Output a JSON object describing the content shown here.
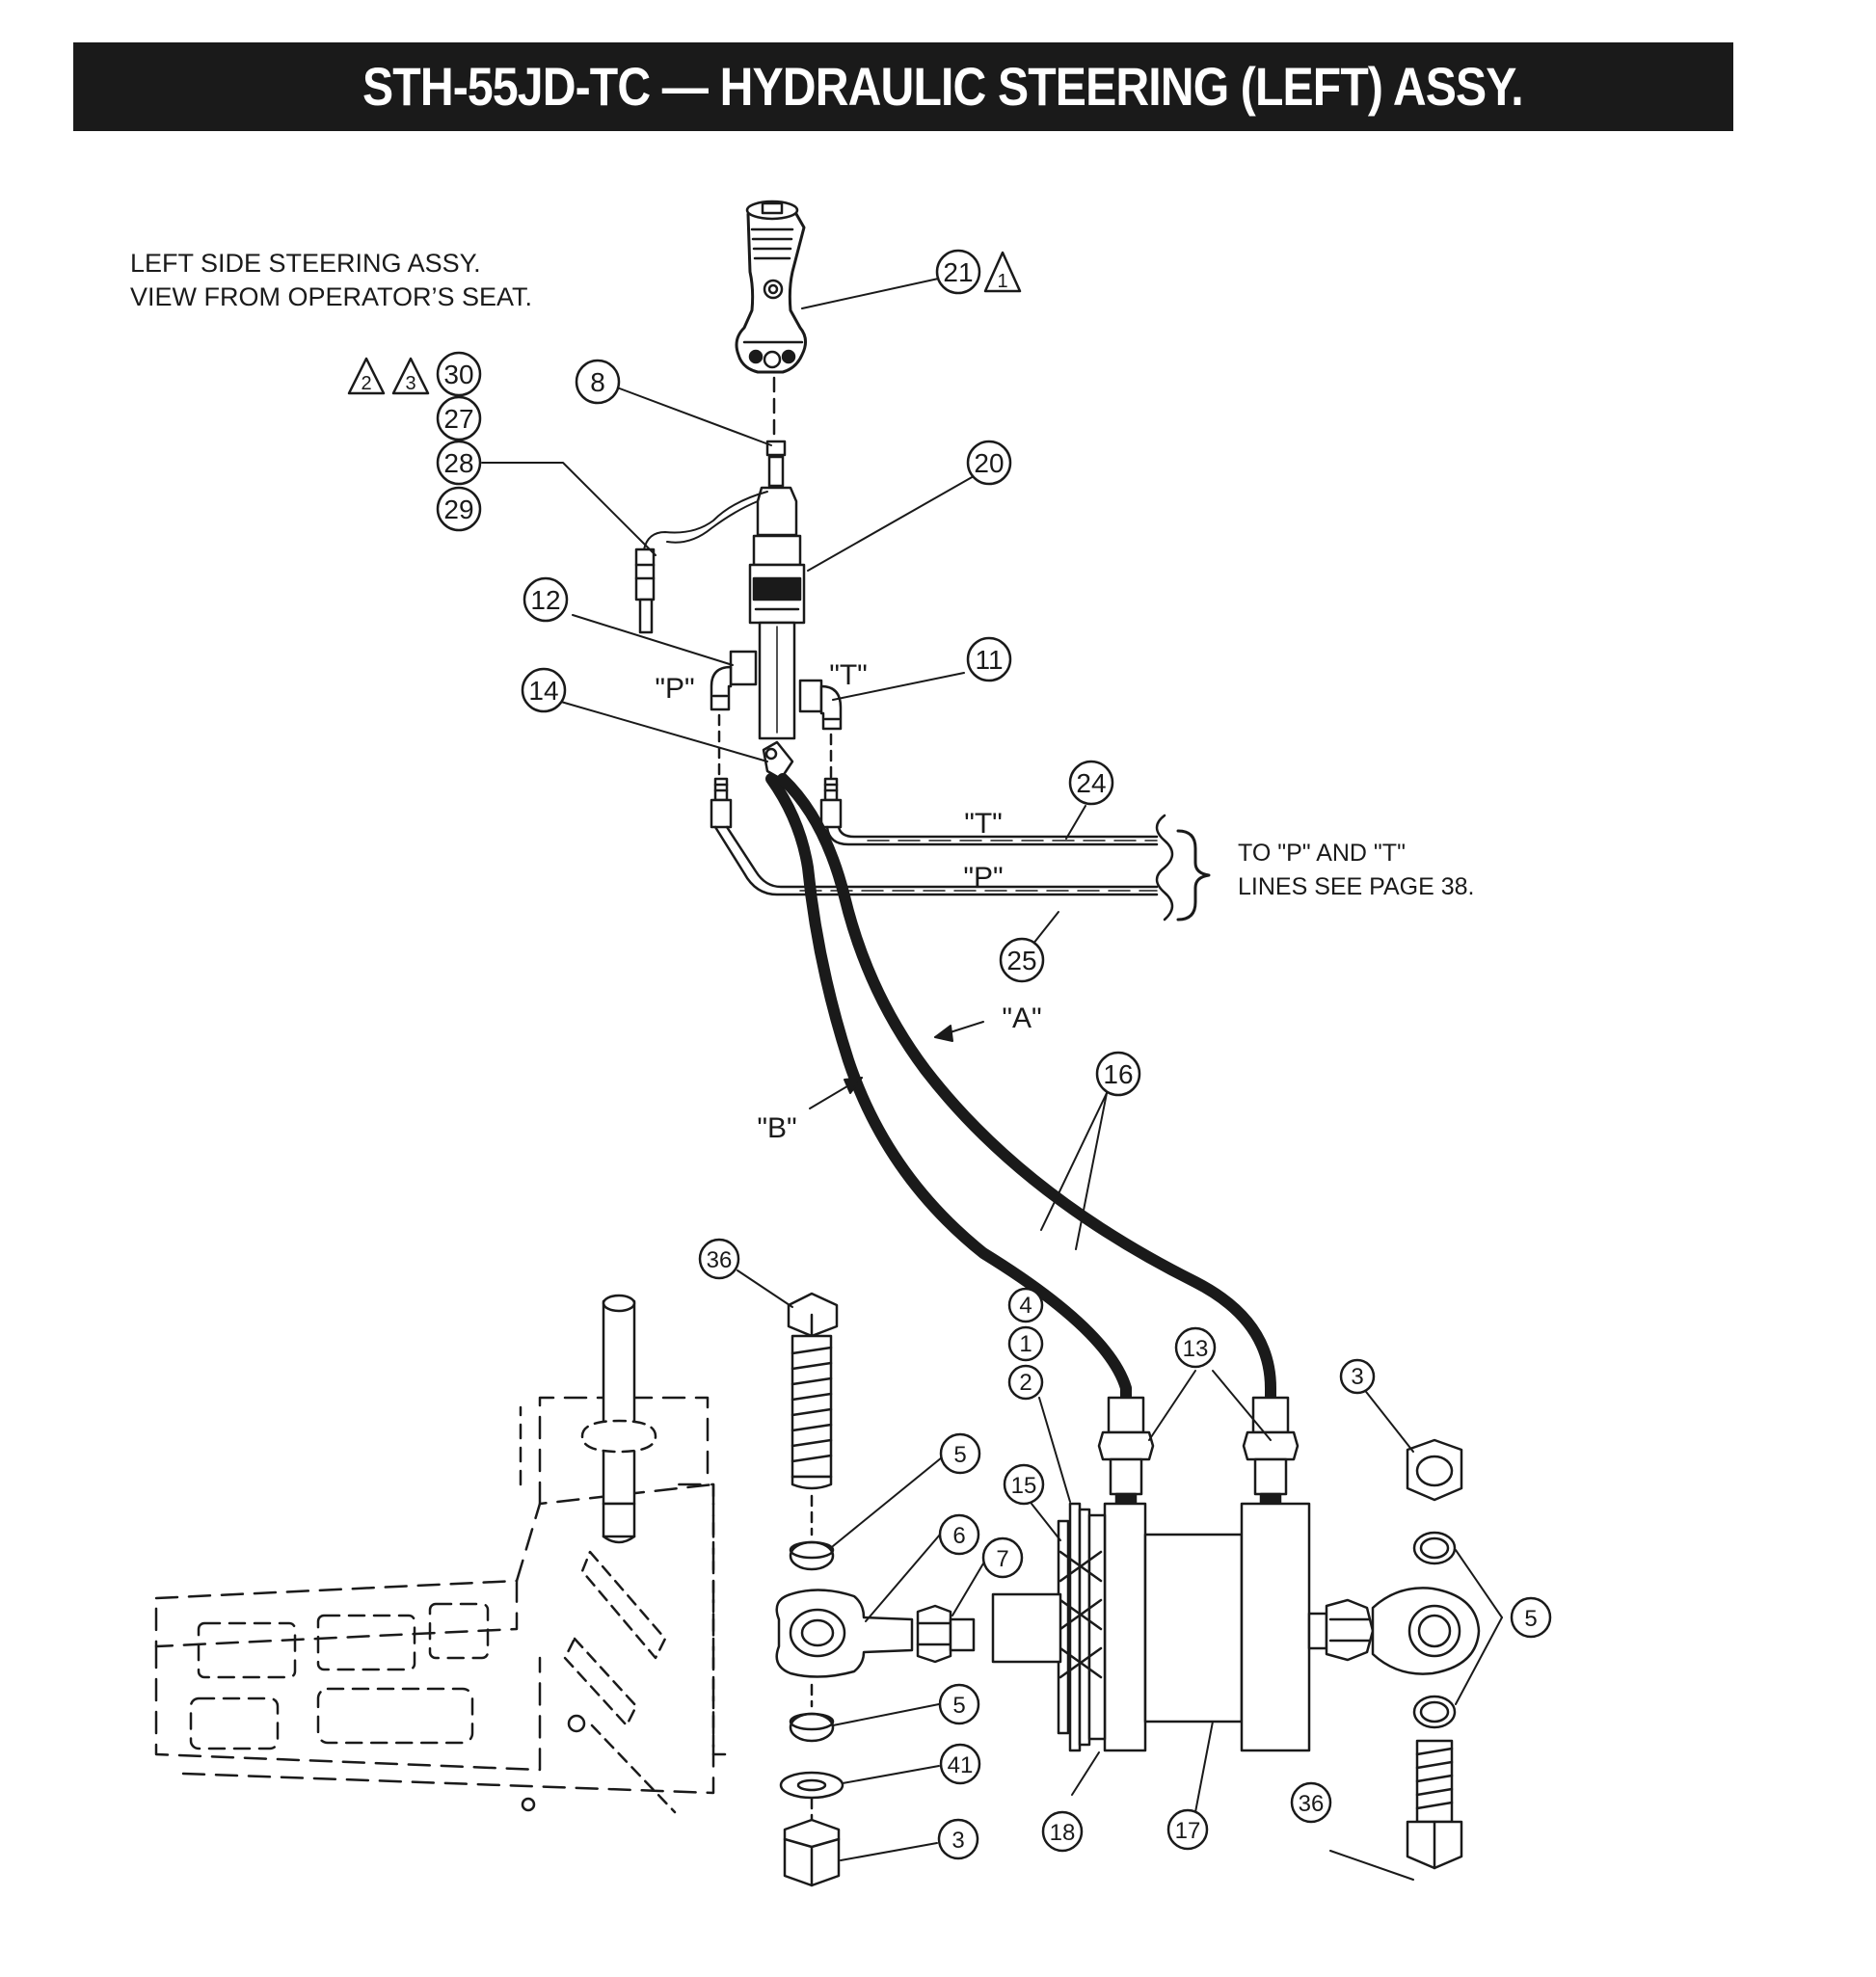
{
  "header": {
    "title": "STH-55JD-TC — HYDRAULIC STEERING (LEFT) ASSY."
  },
  "notes": {
    "view_line1": "LEFT SIDE STEERING ASSY.",
    "view_line2": "VIEW FROM OPERATOR’S SEAT.",
    "lines_line1": "TO \"P\" AND \"T\"",
    "lines_line2": "LINES SEE PAGE 38."
  },
  "port_labels": {
    "p_port": "\"P\"",
    "t_port": "\"T\"",
    "t_line": "\"T\"",
    "p_line": "\"P\"",
    "a_hose": "\"A\"",
    "b_hose": "\"B\""
  },
  "callouts": {
    "c21": "21",
    "c8": "8",
    "c20": "20",
    "c30": "30",
    "c27": "27",
    "c28": "28",
    "c29": "29",
    "c12": "12",
    "c11": "11",
    "c14": "14",
    "c24": "24",
    "c25": "25",
    "c16": "16",
    "c36a": "36",
    "c4": "4",
    "c1": "1",
    "c2": "2",
    "c15": "15",
    "c13": "13",
    "c3a": "3",
    "c5a": "5",
    "c6": "6",
    "c7": "7",
    "c5b": "5",
    "c41": "41",
    "c3b": "3",
    "c18": "18",
    "c17": "17",
    "c5c": "5",
    "c36b": "36"
  },
  "note_flags": {
    "f1": "1",
    "f2": "2",
    "f3": "3"
  },
  "colors": {
    "ink": "#1a1a1a",
    "title_bar": "#1a1a1a",
    "title_text": "#ffffff",
    "background": "#ffffff"
  }
}
